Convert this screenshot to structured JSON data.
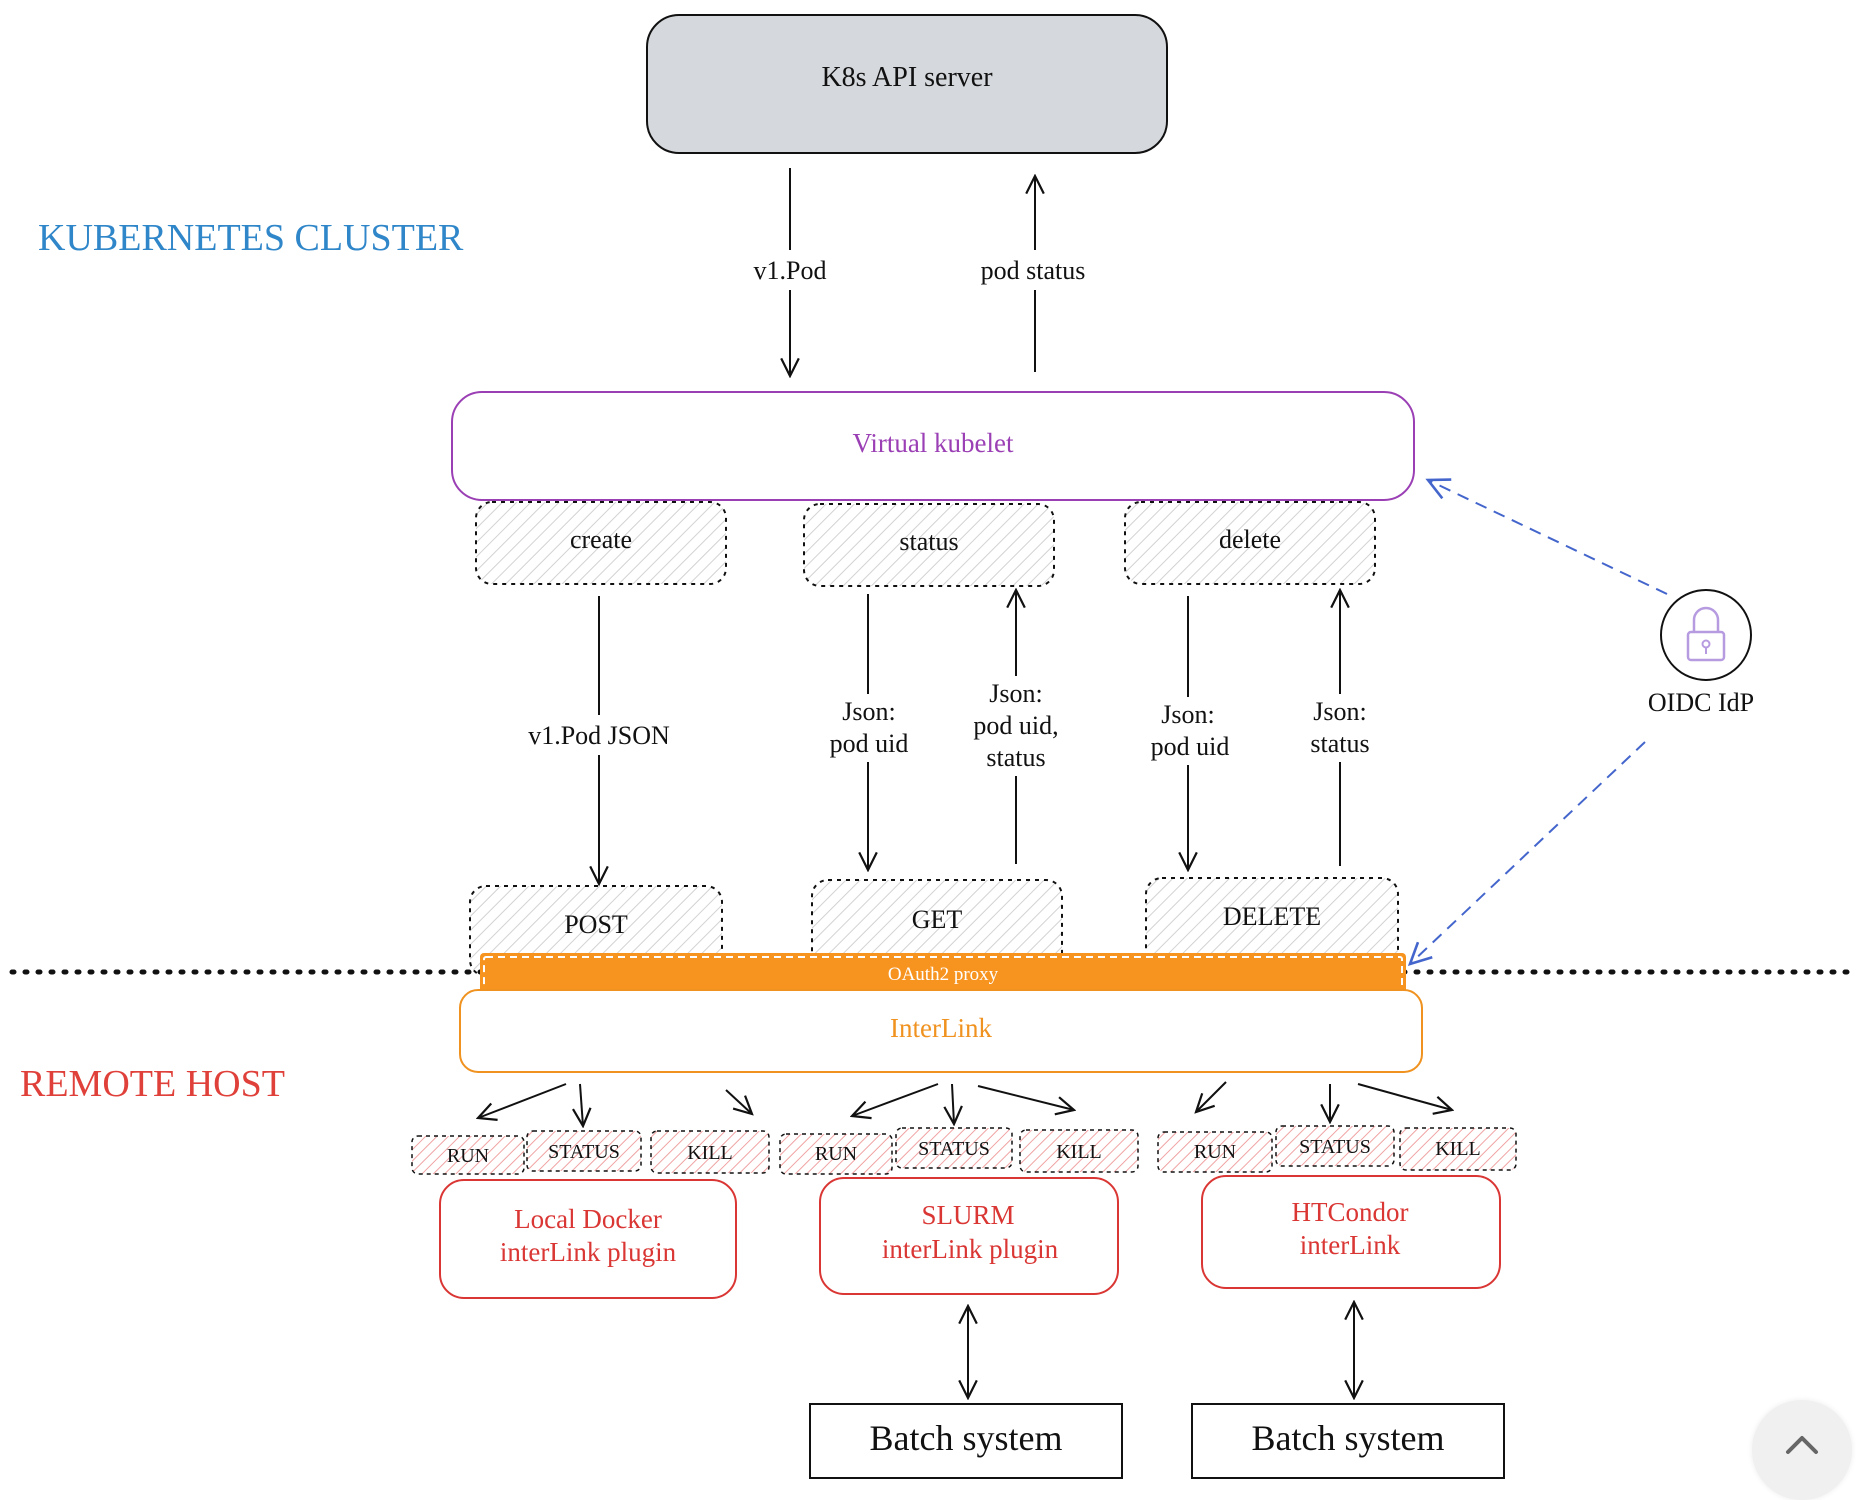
{
  "sections": {
    "cluster": "KUBERNETES CLUSTER",
    "remote": "REMOTE HOST"
  },
  "nodes": {
    "api_server": "K8s API server",
    "virtual_kubelet": "Virtual kubelet",
    "create": "create",
    "status": "status",
    "delete": "delete",
    "post": "POST",
    "get": "GET",
    "delete_method": "DELETE",
    "oauth2_proxy": "OAuth2 proxy",
    "interlink": "InterLink",
    "oidc_idp": "OIDC IdP"
  },
  "edges": {
    "v1_pod": "v1.Pod",
    "pod_status": "pod status",
    "v1_pod_json": "v1.Pod JSON",
    "get_json_l1": "Json:",
    "get_json_l2": "pod uid",
    "status_json_l1": "Json:",
    "status_json_l2": "pod uid,",
    "status_json_l3": "status",
    "delete_json_l1": "Json:",
    "delete_json_l2": "pod uid",
    "delete_status_l1": "Json:",
    "delete_status_l2": "status"
  },
  "plugins": [
    {
      "ops": [
        "RUN",
        "STATUS",
        "KILL"
      ],
      "name_l1": "Local Docker",
      "name_l2": "interLink plugin"
    },
    {
      "ops": [
        "RUN",
        "STATUS",
        "KILL"
      ],
      "name_l1": "SLURM",
      "name_l2": "interLink plugin",
      "backend": "Batch system"
    },
    {
      "ops": [
        "RUN",
        "STATUS",
        "KILL"
      ],
      "name_l1": "HTCondor",
      "name_l2": "interLink",
      "backend": "Batch system"
    }
  ],
  "icons": {
    "lock": "lock-icon",
    "scroll_top": "chevron-up-icon"
  },
  "colors": {
    "cluster_title": "#2f86c9",
    "remote_title": "#e0403a",
    "kubelet": "#9b3fb5",
    "interlink": "#f0921f",
    "oauth_fill": "#f79420",
    "plugin": "#d93634",
    "idp_dashed": "#4466cc",
    "lock": "#b79be0",
    "api_fill": "#d5d8dc"
  }
}
